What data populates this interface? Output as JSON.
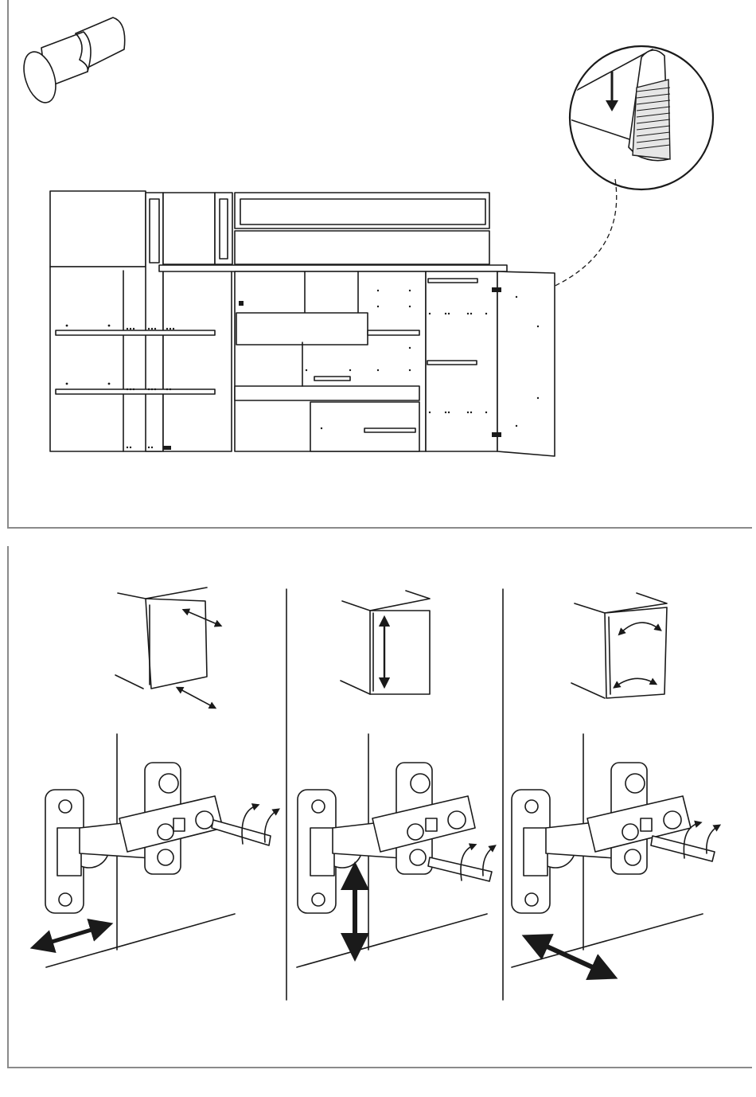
{
  "steps": [
    {
      "id": "top",
      "type": "assembly-illustration",
      "tool_icon": "cabinet-handle-icon",
      "detail_icon": "hinge-cap-detail-icon"
    },
    {
      "id": "bottom",
      "type": "hinge-adjustment",
      "directions": [
        "depth",
        "height",
        "tilt"
      ]
    }
  ],
  "colors": {
    "line": "#1a1a1a",
    "frame": "#8a8a8a",
    "background": "#ffffff"
  }
}
